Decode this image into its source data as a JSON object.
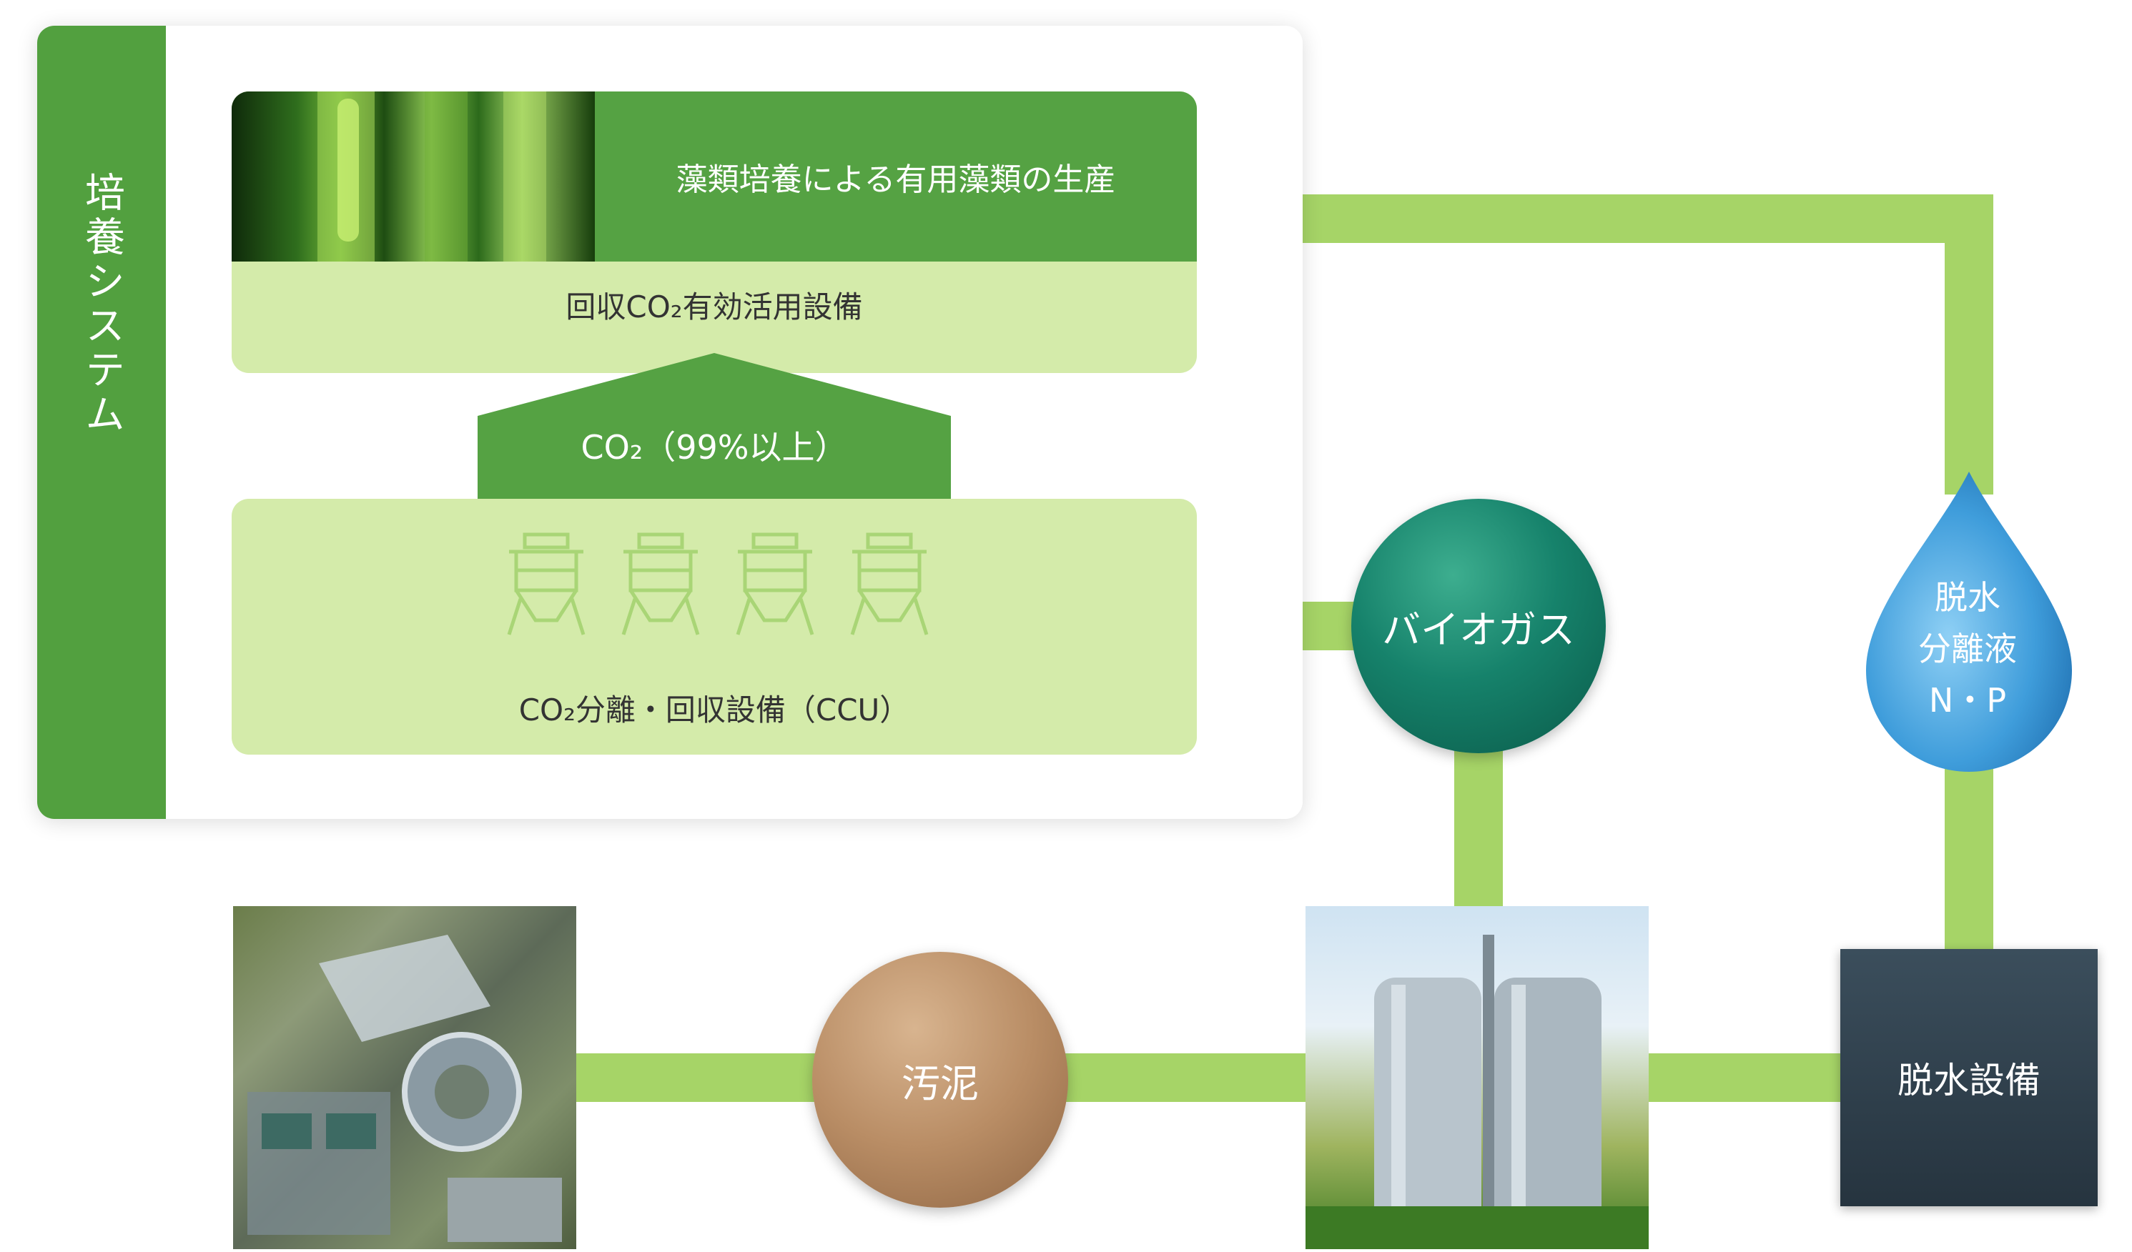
{
  "colors": {
    "panel_green": "#52a03f",
    "banner_green": "#55a243",
    "light_green": "#d4ebaa",
    "pipe_green": "#a6d467",
    "biogas_teal": "#16826b",
    "sludge_brown": "#b98d65",
    "dewater_navy": "#2f3f4b",
    "water_blue": "#3f9ddb"
  },
  "system": {
    "side_label": "培養システム",
    "algae": {
      "banner_text": "藻類培養による有用藻類の生産",
      "facility_label": "回収CO₂有効活用設備"
    },
    "co2_arrow_label": "CO₂（99%以上）",
    "ccu": {
      "label": "CO₂分離・回収設備（CCU）",
      "tank_count": 4
    }
  },
  "nodes": {
    "biogas": "バイオガス",
    "sludge": "汚泥",
    "dewatering": "脱水設備",
    "separated_liquid": [
      "脱水",
      "分離液",
      "N・P"
    ]
  },
  "icons": {
    "algae_photo": "algae-test-tube-image",
    "treatment_plant_photo": "sewage-treatment-plant-image",
    "digester_photo": "digester-tanks-image",
    "tank_icon": "ccu-tank-icon",
    "water_drop": "water-drop-icon"
  }
}
